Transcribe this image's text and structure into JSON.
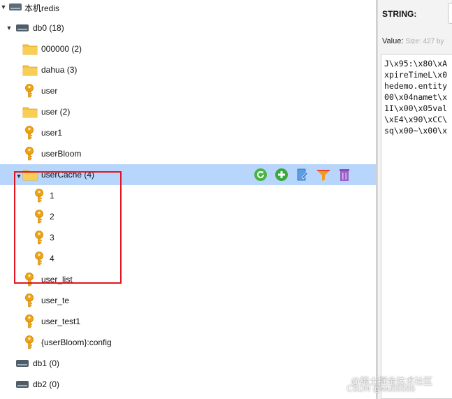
{
  "tree": {
    "root": {
      "label": "本机redis",
      "icon": "server-icon"
    },
    "items": [
      {
        "label": "db0",
        "count": "(18)",
        "type": "db",
        "expanded": true
      },
      {
        "label": "000000 (2)",
        "type": "folder"
      },
      {
        "label": "dahua (3)",
        "type": "folder"
      },
      {
        "label": "user",
        "type": "key"
      },
      {
        "label": "user (2)",
        "type": "folder"
      },
      {
        "label": "user1",
        "type": "key"
      },
      {
        "label": "userBloom",
        "type": "key"
      },
      {
        "label": "userCache (4)",
        "type": "folder",
        "selected": true,
        "expanded": true
      },
      {
        "label": "1",
        "type": "key"
      },
      {
        "label": "2",
        "type": "key"
      },
      {
        "label": "3",
        "type": "key"
      },
      {
        "label": "4",
        "type": "key"
      },
      {
        "label": "user_list",
        "type": "key"
      },
      {
        "label": "user_te",
        "type": "key"
      },
      {
        "label": "user_test1",
        "type": "key"
      },
      {
        "label": "{userBloom}:config",
        "type": "key"
      },
      {
        "label": "db1",
        "count": "(0)",
        "type": "db"
      },
      {
        "label": "db2",
        "count": "(0)",
        "type": "db"
      }
    ]
  },
  "actions": [
    "reload-icon",
    "add-icon",
    "edit-icon",
    "filter-icon",
    "delete-icon"
  ],
  "value_panel": {
    "type_label": "STRING:",
    "value_label": "Value:",
    "size_text": "Size: 427 by",
    "lines": [
      "J\\x95:\\x80\\xA",
      "xpireTimeL\\x0",
      "hedemo.entity",
      "00\\x04namet\\x",
      "1I\\x00\\x05val",
      "\\xE4\\x90\\xCC\\",
      "sq\\x00~\\x00\\x"
    ]
  },
  "watermark": {
    "line1": "@稀土掘金技术社区",
    "line2": "CSDN @wu55555"
  },
  "colors": {
    "selected_row": "#b8d5fb",
    "highlight_border": "#e0161f",
    "folder": "#f6c342",
    "key": "#f0a415"
  }
}
